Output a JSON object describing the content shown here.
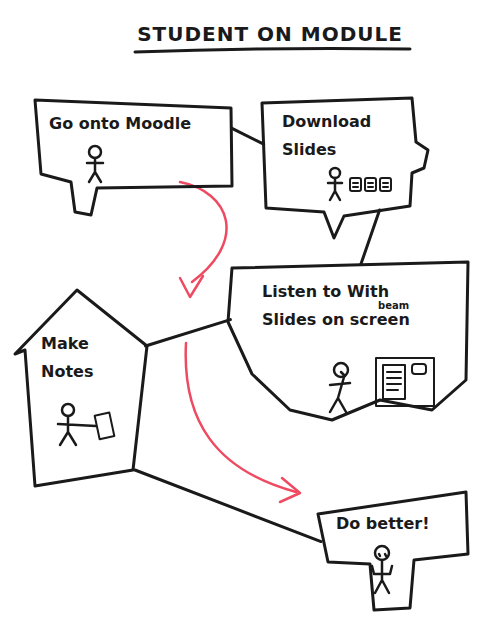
{
  "diagram": {
    "title": "STUDENT ON MODULE",
    "nodes": [
      {
        "text": [
          "Go onto Moodle"
        ]
      },
      {
        "text": [
          "Download Slides"
        ]
      },
      {
        "text": [
          "Listen to With Slides on screen",
          "beam"
        ]
      },
      {
        "text": [
          "Make Notes"
        ]
      },
      {
        "text": [
          "Do better!"
        ]
      }
    ],
    "edges": [
      {
        "from": 0,
        "to": 1,
        "arrow": "none"
      },
      {
        "from": 1,
        "to": 2,
        "arrow": "none"
      },
      {
        "from": 3,
        "to": 2,
        "arrow": "none"
      },
      {
        "from": 3,
        "to": 4,
        "arrow": "none"
      }
    ]
  }
}
